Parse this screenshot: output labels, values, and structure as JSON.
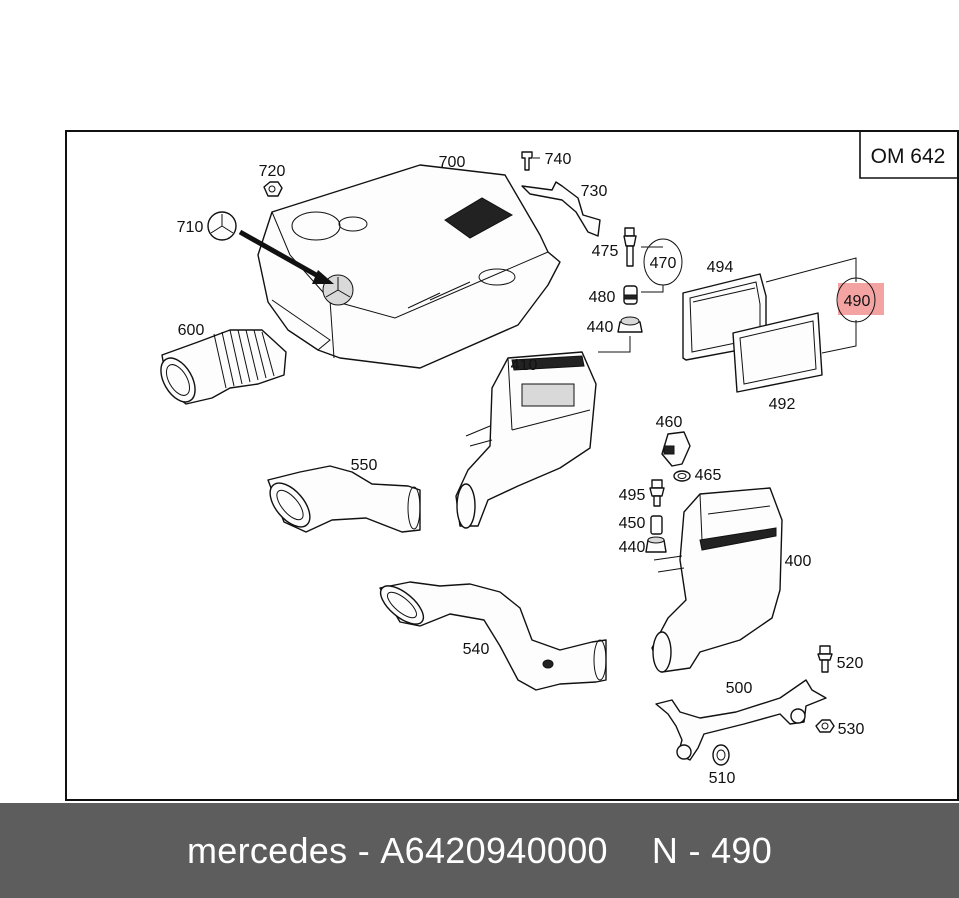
{
  "diagram": {
    "engine_code": "OM 642",
    "highlight_color": "#f4a3a3",
    "parts": [
      {
        "id": "700"
      },
      {
        "id": "740"
      },
      {
        "id": "720"
      },
      {
        "id": "730"
      },
      {
        "id": "710"
      },
      {
        "id": "475"
      },
      {
        "id": "470"
      },
      {
        "id": "494"
      },
      {
        "id": "490",
        "highlighted": true
      },
      {
        "id": "480"
      },
      {
        "id": "440"
      },
      {
        "id": "600"
      },
      {
        "id": "410"
      },
      {
        "id": "492"
      },
      {
        "id": "460"
      },
      {
        "id": "550"
      },
      {
        "id": "465"
      },
      {
        "id": "495"
      },
      {
        "id": "450"
      },
      {
        "id": "440"
      },
      {
        "id": "400"
      },
      {
        "id": "540"
      },
      {
        "id": "520"
      },
      {
        "id": "500"
      },
      {
        "id": "530"
      },
      {
        "id": "510"
      }
    ]
  },
  "footer": {
    "brand": "mercedes",
    "part_number": "A6420940000",
    "position": "N - 490",
    "separator": "-"
  }
}
